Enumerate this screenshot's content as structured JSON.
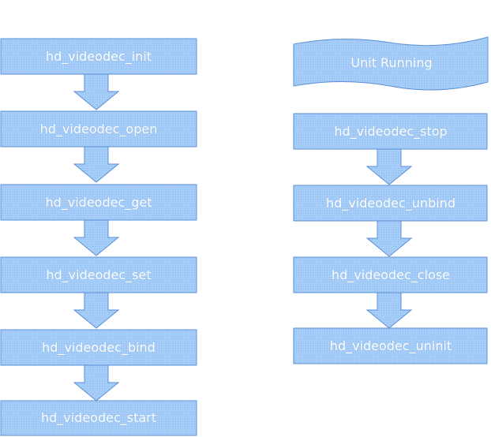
{
  "colors": {
    "fill": "#99c6f7",
    "stroke": "#5b8fd4",
    "text": "#ffffff"
  },
  "left_flow": {
    "steps": [
      "hd_videodec_init",
      "hd_videodec_open",
      "hd_videodec_get",
      "hd_videodec_set",
      "hd_videodec_bind",
      "hd_videodec_start"
    ]
  },
  "right_flow": {
    "banner": "Unit Running",
    "steps": [
      "hd_videodec_stop",
      "hd_videodec_unbind",
      "hd_videodec_close",
      "hd_videodec_uninit"
    ]
  }
}
